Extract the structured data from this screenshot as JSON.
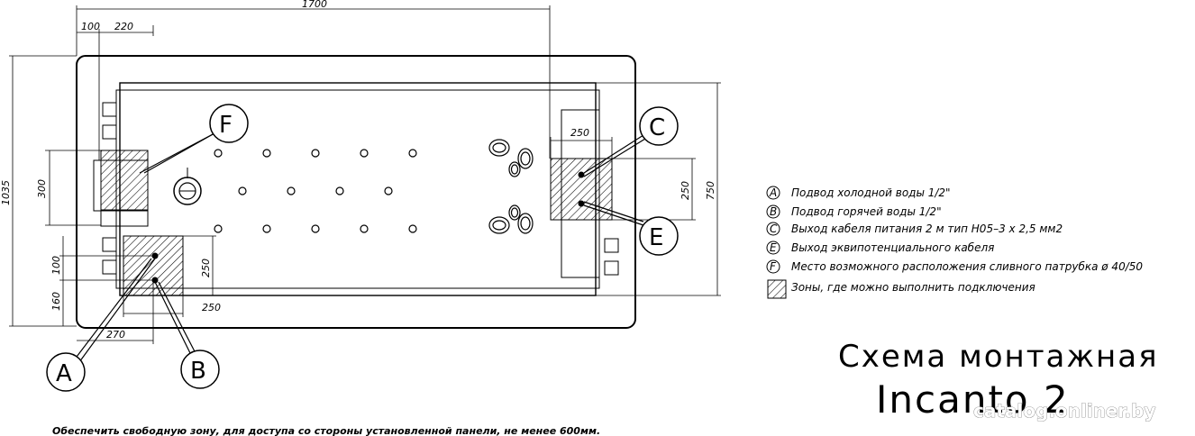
{
  "dimensions": {
    "overall_length": "1700",
    "top_offset": "100",
    "drain_zone_width": "220",
    "overall_width": "1035",
    "drain_zone_height": "300",
    "left_offset_100": "100",
    "left_offset_160": "160",
    "water_zone_width": "250",
    "water_zone_height": "250",
    "water_zone_offset": "270",
    "elec_zone_width": "250",
    "elec_zone_height": "250",
    "inner_width": "750"
  },
  "callouts": {
    "A": "A",
    "B": "B",
    "C": "C",
    "E": "E",
    "F": "F"
  },
  "legend": [
    {
      "key": "A",
      "text": "Подвод холодной воды 1/2\""
    },
    {
      "key": "B",
      "text": "Подвод горячей воды 1/2\""
    },
    {
      "key": "C",
      "text": "Выход кабеля питания  2 м тип H05–3 x 2,5 мм2"
    },
    {
      "key": "E",
      "text": "Выход эквипотенциального кабеля"
    },
    {
      "key": "F",
      "text": "Место возможного расположения сливного патрубка ø 40/50"
    },
    {
      "key": "",
      "text": "Зоны, где можно выполнить  подключения"
    }
  ],
  "title": {
    "line1": "Схема  монтажная",
    "line2": "Incanto 2"
  },
  "footer_note": "Обеспечить свободную зону, для доступа со стороны установленной панели, не менее 600мм.",
  "watermark": "catalog.onliner.by"
}
